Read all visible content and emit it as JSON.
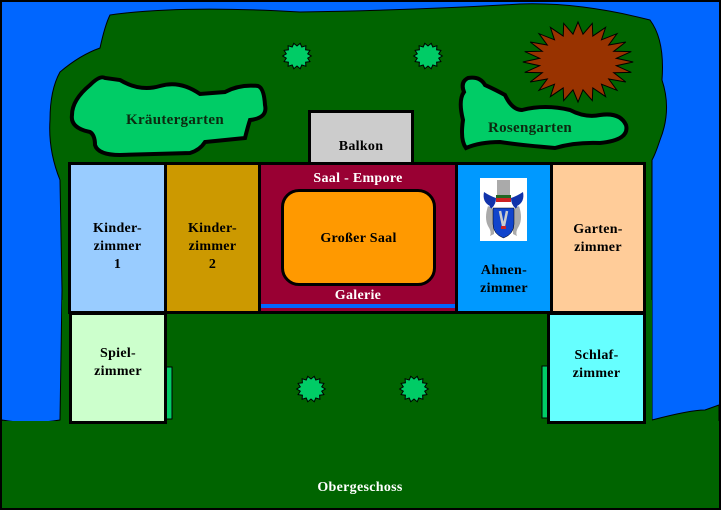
{
  "map": {
    "title": "Obergeschoss",
    "colors": {
      "water": "#0066ff",
      "lawn": "#006400",
      "garden_bed": "#00cc66",
      "shrub": "#00cc66",
      "tree_brown": "#993300",
      "door_green": "#00cc66"
    }
  },
  "gardens": [
    {
      "id": "kraeutergarten",
      "label": "Kräutergarten"
    },
    {
      "id": "rosengarten",
      "label": "Rosengarten"
    }
  ],
  "rooms": [
    {
      "id": "balkon",
      "label": "Balkon",
      "color": "#cccccc"
    },
    {
      "id": "kinderzimmer1",
      "label": "Kinder-\nzimmer\n1",
      "color": "#99ccff"
    },
    {
      "id": "kinderzimmer2",
      "label": "Kinder-\nzimmer\n2",
      "color": "#cc9900"
    },
    {
      "id": "saal_empore",
      "label": "Saal - Empore",
      "color": "#990033"
    },
    {
      "id": "grosser_saal",
      "label": "Großer Saal",
      "color": "#ff9900"
    },
    {
      "id": "galerie",
      "label": "Galerie",
      "color": "#990033"
    },
    {
      "id": "ahnenzimmer",
      "label": "Ahnen-\nzimmer",
      "color": "#0099ff"
    },
    {
      "id": "gartenzimmer",
      "label": "Garten-\nzimmer",
      "color": "#ffcc99"
    },
    {
      "id": "spielzimmer",
      "label": "Spiel-\nzimmer",
      "color": "#ccffcc"
    },
    {
      "id": "schlafzimmer",
      "label": "Schlaf-\nzimmer",
      "color": "#66ffff"
    }
  ],
  "icons": {
    "crest": "coat-of-arms-icon"
  }
}
